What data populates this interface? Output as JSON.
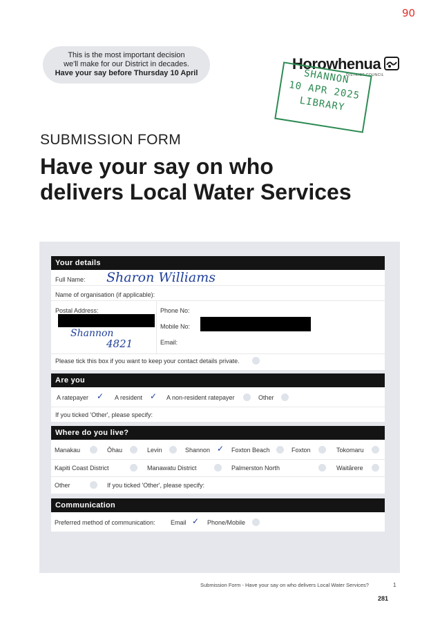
{
  "page_number": "90",
  "notice": {
    "line1": "This is the most important decision",
    "line2": "we'll make for our District in decades.",
    "line3": "Have your say before Thursday 10 April"
  },
  "logo": {
    "name": "Horowhenua",
    "sub": "DISTRICT COUNCIL",
    "icon": "council-emblem-icon"
  },
  "stamp": {
    "line1": "SHANNON",
    "line2": "10 APR 2025",
    "line3": "LIBRARY",
    "color": "#2c8a52"
  },
  "form_title": "SUBMISSION FORM",
  "headline": {
    "line1": "Have your say on who",
    "line2": "delivers Local Water Services"
  },
  "details": {
    "header": "Your details",
    "full_name_label": "Full Name:",
    "full_name_value": "Sharon  Williams",
    "org_label": "Name of organisation (if applicable):",
    "postal_label": "Postal Address:",
    "postal_handwritten_1": "Shannon",
    "postal_handwritten_2": "4821",
    "phone_label": "Phone No:",
    "mobile_label": "Mobile No:",
    "email_label": "Email:",
    "private_label": "Please tick this box if you want to keep your contact details private."
  },
  "are_you": {
    "header": "Are you",
    "options": [
      {
        "label": "A ratepayer",
        "ticked": true
      },
      {
        "label": "A resident",
        "ticked": true
      },
      {
        "label": "A non-resident ratepayer",
        "ticked": false
      },
      {
        "label": "Other",
        "ticked": false
      }
    ],
    "specify_label": "If you ticked 'Other', please specify:"
  },
  "where": {
    "header": "Where do you live?",
    "row1": [
      {
        "label": "Manakau",
        "ticked": false
      },
      {
        "label": "Ōhau",
        "ticked": false
      },
      {
        "label": "Levin",
        "ticked": false
      },
      {
        "label": "Shannon",
        "ticked": true
      },
      {
        "label": "Foxton Beach",
        "ticked": false
      },
      {
        "label": "Foxton",
        "ticked": false
      },
      {
        "label": "Tokomaru",
        "ticked": false
      }
    ],
    "row2": [
      {
        "label": "Kapiti Coast District",
        "ticked": false
      },
      {
        "label": "Manawatu District",
        "ticked": false
      },
      {
        "label": "Palmerston North",
        "ticked": false
      },
      {
        "label": "Waitārere",
        "ticked": false
      }
    ],
    "other_label": "Other",
    "specify_label": "If you ticked 'Other', please specify:"
  },
  "communication": {
    "header": "Communication",
    "preferred_label": "Preferred method of communication:",
    "options": [
      {
        "label": "Email",
        "ticked": true
      },
      {
        "label": "Phone/Mobile",
        "ticked": false
      }
    ]
  },
  "footer": {
    "text": "Submission Form - Have your say on who delivers Local Water Services?",
    "page": "1",
    "bottom_number": "281"
  },
  "tick_glyph": "✓",
  "ink_color": "#1f3f9a"
}
